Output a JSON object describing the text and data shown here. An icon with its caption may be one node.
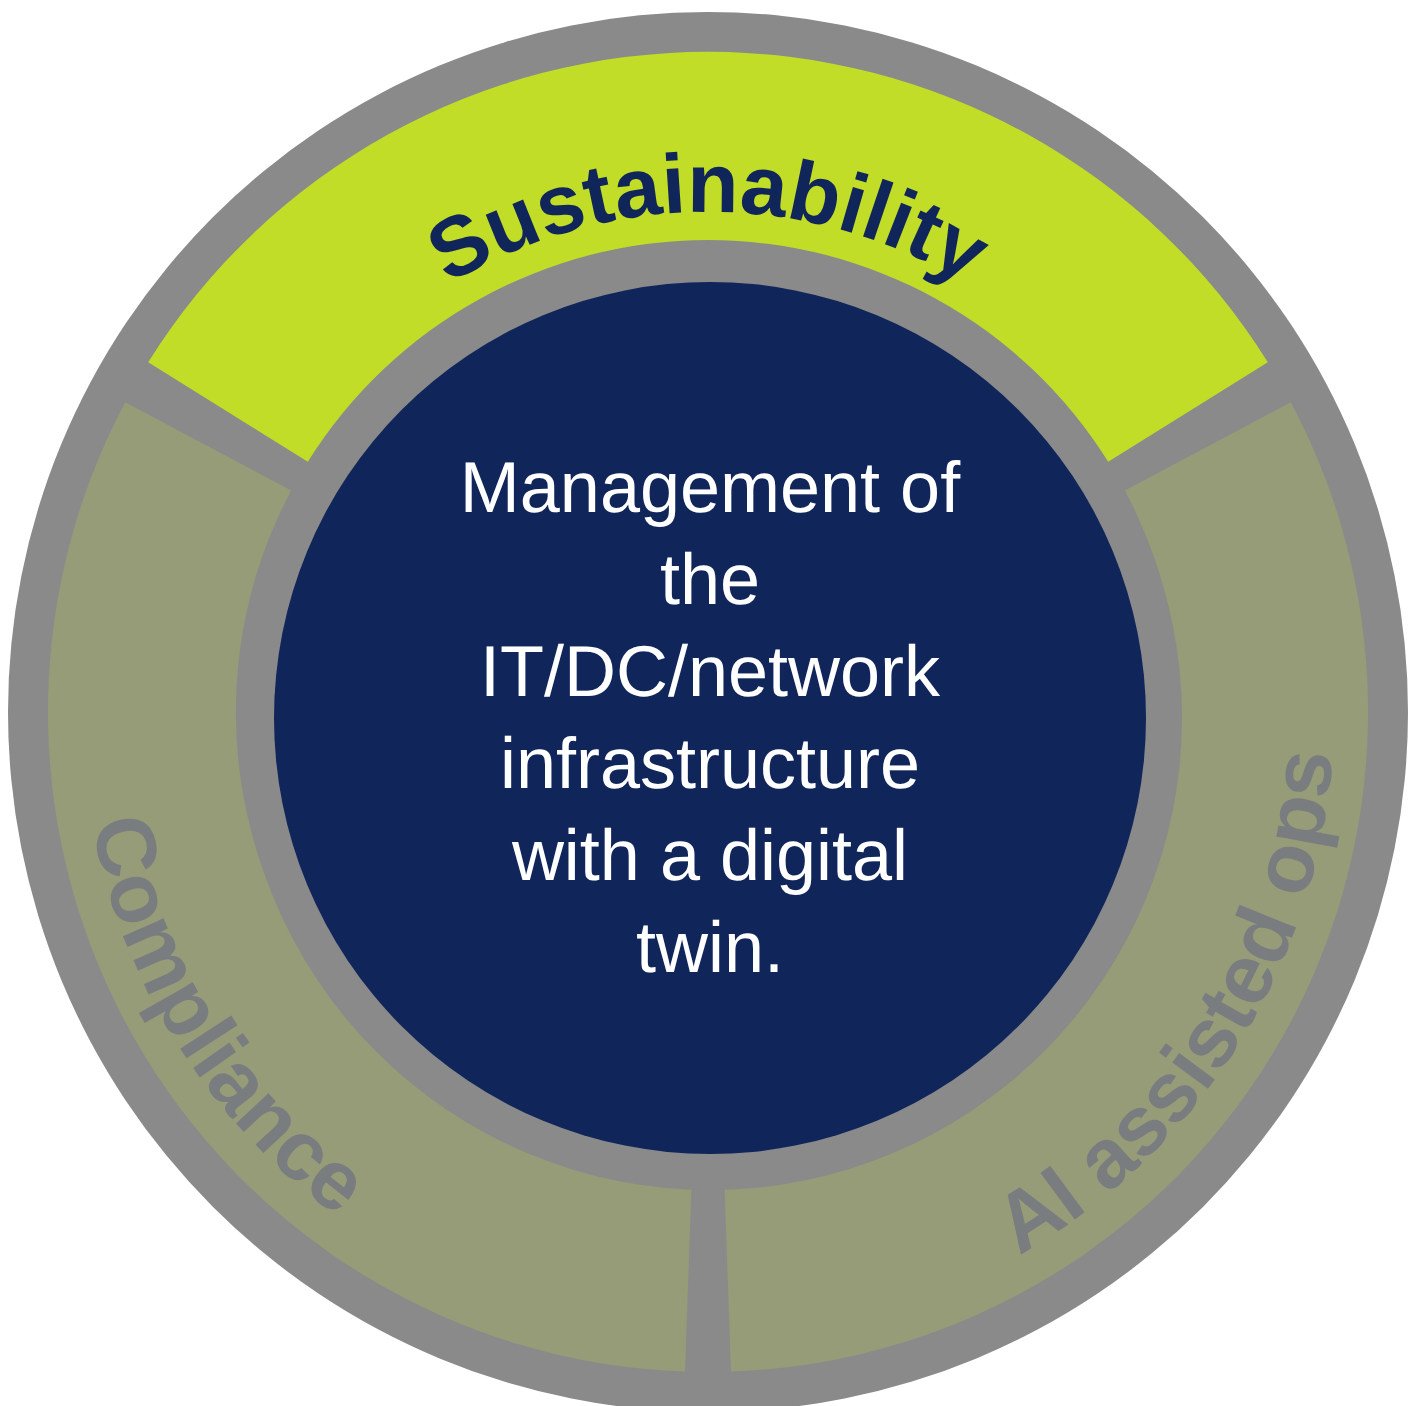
{
  "diagram": {
    "nodes": [
      {
        "text": [
          "Sustainability"
        ]
      },
      {
        "text": [
          "AI assisted ops"
        ]
      },
      {
        "text": [
          "Compliance"
        ]
      },
      {
        "text": [
          "Management of the IT/DC/network infrastructure with a digital twin."
        ]
      }
    ]
  }
}
